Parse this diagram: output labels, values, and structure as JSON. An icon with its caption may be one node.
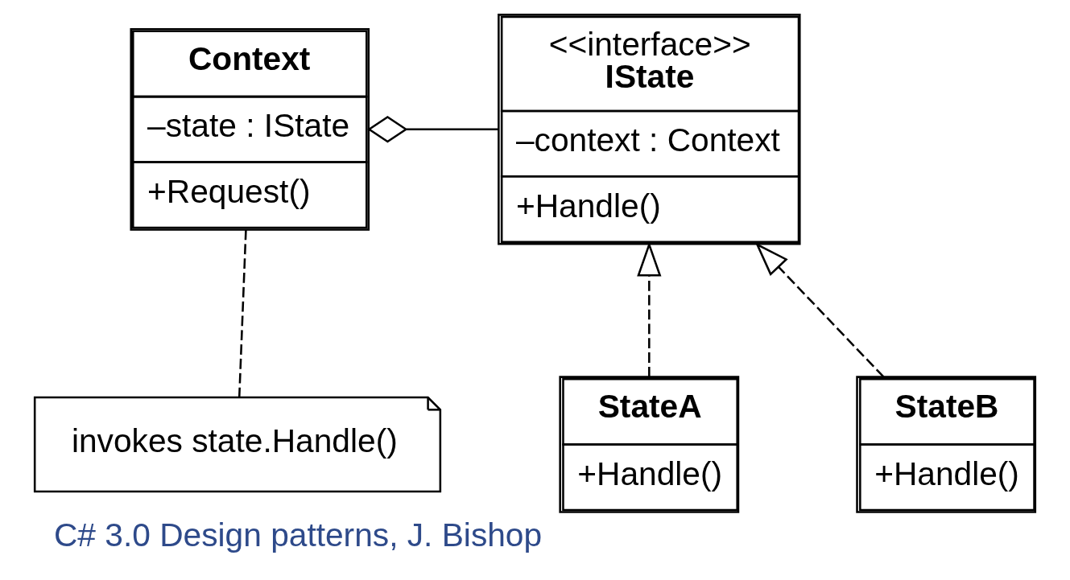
{
  "diagram": {
    "caption": "C# 3.0 Design patterns, J. Bishop",
    "nodes": [
      {
        "text": [
          "Context",
          "–state : IState",
          "+Request()"
        ]
      },
      {
        "text": [
          "<<interface>>",
          "IState",
          "–context : Context",
          "+Handle()"
        ]
      },
      {
        "text": [
          "invokes state.Handle()"
        ]
      },
      {
        "text": [
          "StateA",
          "+Handle()"
        ]
      },
      {
        "text": [
          "StateB",
          "+Handle()"
        ]
      }
    ],
    "edges": [
      {
        "from": 0,
        "to": 1,
        "arrow": "other"
      },
      {
        "from": 0,
        "to": 2,
        "arrow": "none",
        "style": "dashed"
      },
      {
        "from": 3,
        "to": 1,
        "arrow": "to",
        "style": "dashed"
      },
      {
        "from": 4,
        "to": 1,
        "arrow": "to",
        "style": "dashed"
      }
    ]
  }
}
